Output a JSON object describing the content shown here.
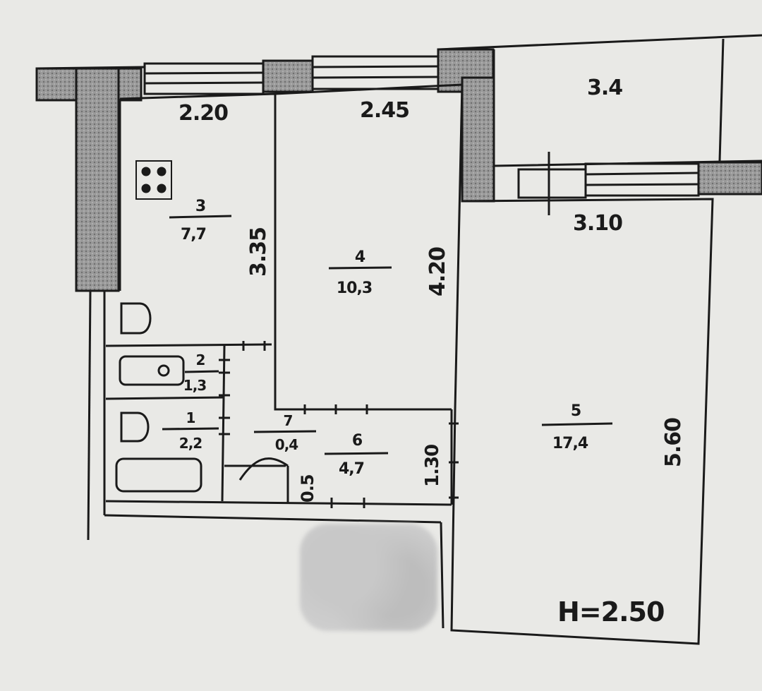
{
  "plan": {
    "dimensions": {
      "kitchen_width": "2.20",
      "room4_width": "2.45",
      "room_top_right": "3.4",
      "room5_width": "3.10",
      "kitchen_length": "3.35",
      "room4_length": "4.20",
      "room5_length": "5.60",
      "corridor_small": "0.5",
      "corridor_6": "1.30",
      "ceiling_height": "H=2.50"
    },
    "rooms": [
      {
        "number": "3",
        "area": "7,7"
      },
      {
        "number": "4",
        "area": "10,3"
      },
      {
        "number": "5",
        "area": "17,4"
      },
      {
        "number": "2",
        "area": "1,3"
      },
      {
        "number": "1",
        "area": "2,2"
      },
      {
        "number": "7",
        "area": "0,4"
      },
      {
        "number": "6",
        "area": "4,7"
      }
    ],
    "colors": {
      "paper": "#e9e9e6",
      "line": "#1a1a1a",
      "wall_fill": "#8f8f8f"
    }
  }
}
